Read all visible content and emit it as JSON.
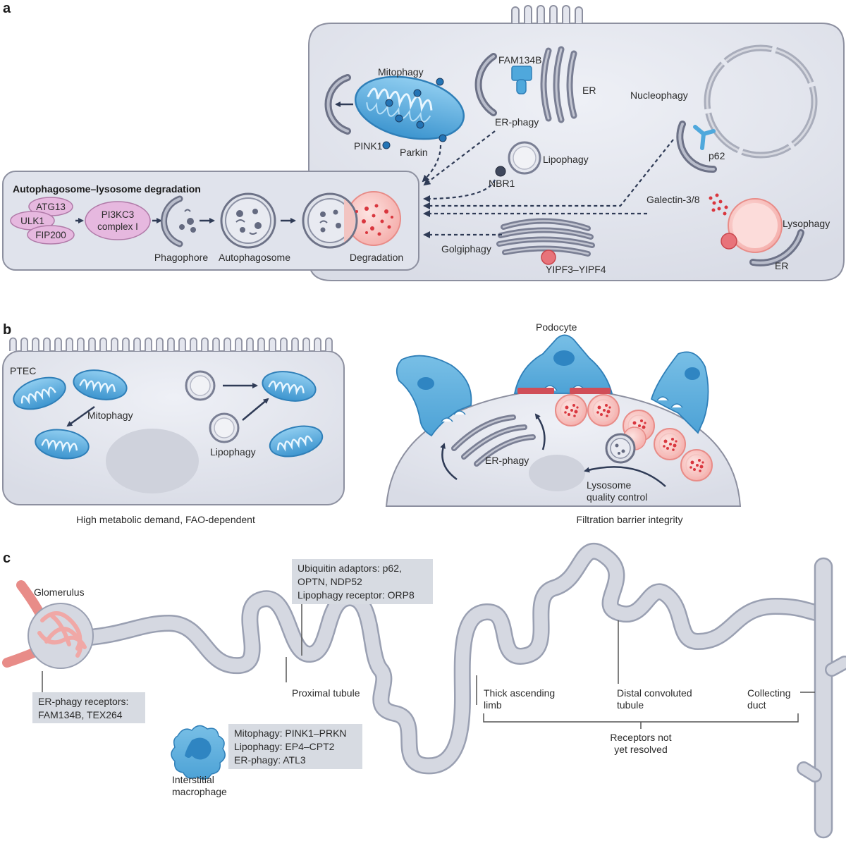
{
  "panels": {
    "a": "a",
    "b": "b",
    "c": "c"
  },
  "panel_a": {
    "box_title": "Autophagosome–lysosome degradation",
    "pills": [
      "ATG13",
      "ULK1",
      "FIP200"
    ],
    "pi3k_line1": "PI3KC3",
    "pi3k_line2": "complex I",
    "stage_phagophore": "Phagophore",
    "stage_autophagosome": "Autophagosome",
    "stage_degradation": "Degradation",
    "mitophagy": "Mitophagy",
    "pink1": "PINK1",
    "parkin": "Parkin",
    "fam134b": "FAM134B",
    "er": "ER",
    "er_phagy": "ER-phagy",
    "lipophagy": "Lipophagy",
    "nbr1": "NBR1",
    "nucleophagy": "Nucleophagy",
    "p62": "p62",
    "galectin": "Galectin-3/8",
    "lysophagy": "Lysophagy",
    "er2": "ER",
    "golgiphagy": "Golgiphagy",
    "yipf": "YIPF3–YIPF4"
  },
  "panel_b": {
    "ptec": "PTEC",
    "mitophagy": "Mitophagy",
    "lipophagy": "Lipophagy",
    "left_caption": "High metabolic demand, FAO-dependent",
    "podocyte": "Podocyte",
    "er_phagy": "ER-phagy",
    "lqc_line1": "Lysosome",
    "lqc_line2": "quality control",
    "right_caption": "Filtration barrier integrity"
  },
  "panel_c": {
    "glomerulus": "Glomerulus",
    "er_box_line1": "ER-phagy receptors:",
    "er_box_line2": "FAM134B, TEX264",
    "ub_box_line1": "Ubiquitin adaptors: p62,",
    "ub_box_line2": "OPTN, NDP52",
    "ub_box_line3": "Lipophagy receptor: ORP8",
    "proximal": "Proximal tubule",
    "thick_line1": "Thick ascending",
    "thick_line2": "limb",
    "distal_line1": "Distal convoluted",
    "distal_line2": "tubule",
    "collecting_line1": "Collecting",
    "collecting_line2": "duct",
    "receptors_line1": "Receptors not",
    "receptors_line2": "yet resolved",
    "mac_box_line1": "Mitophagy: PINK1–PRKN",
    "mac_box_line2": "Lipophagy: EP4–CPT2",
    "mac_box_line3": "ER-phagy: ATL3",
    "mac_line1": "Interstitial",
    "mac_line2": "macrophage"
  },
  "colors": {
    "cell_fill": "#e4e6ee",
    "cell_stroke": "#8d90a0",
    "mito_blue": "#4fa8dc",
    "dark_navy": "#2f3b56",
    "pink_pill": "#e6b8df",
    "lysosome_pink": "#f6b7b4",
    "red_dot": "#d9363e",
    "tubule": "#d5d8e1",
    "label_box": "#d7dbe2"
  }
}
